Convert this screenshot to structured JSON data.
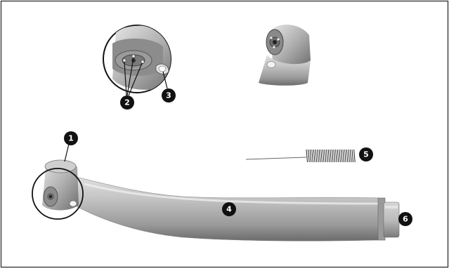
{
  "callouts": [
    {
      "id": "marker-1",
      "label": "1"
    },
    {
      "id": "marker-2",
      "label": "2"
    },
    {
      "id": "marker-3",
      "label": "3"
    },
    {
      "id": "marker-4",
      "label": "4"
    },
    {
      "id": "marker-5",
      "label": "5"
    },
    {
      "id": "marker-6",
      "label": "6"
    }
  ],
  "colors": {
    "border": "#222222",
    "marker_fill": "#111111",
    "marker_text": "#ffffff",
    "metal_light": "#d8d8d8",
    "metal_mid": "#a8a8a8",
    "metal_dark": "#6a6a6a"
  }
}
